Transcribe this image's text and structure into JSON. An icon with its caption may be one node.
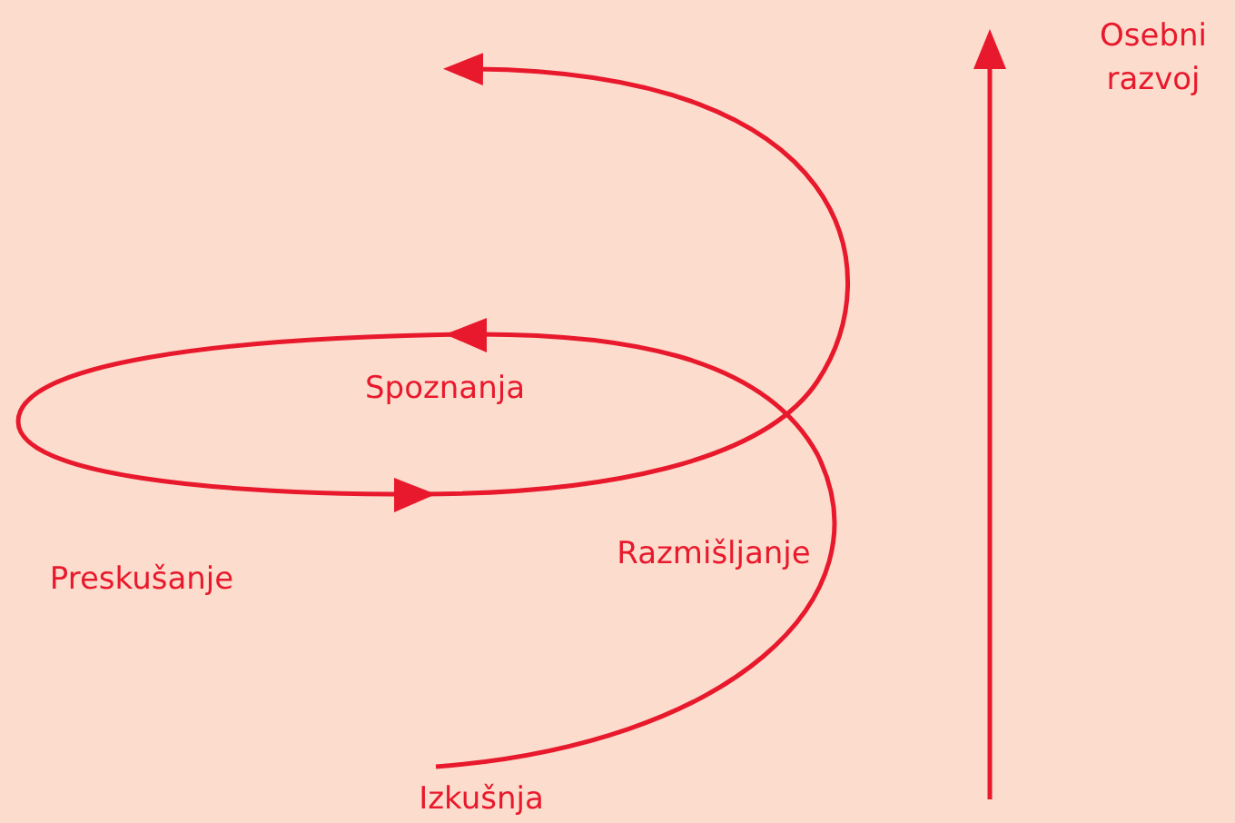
{
  "diagram": {
    "labels": [
      "Osebni razvoj",
      "Spoznanja",
      "Razmišljanje",
      "Preskušanje",
      "Izkušnja"
    ]
  }
}
